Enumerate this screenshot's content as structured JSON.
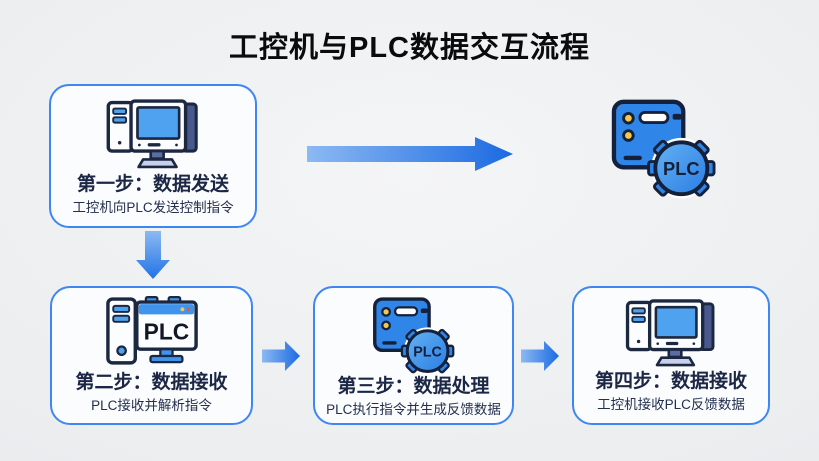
{
  "page": {
    "title": "工控机与PLC数据交互流程"
  },
  "labels": {
    "plc": "PLC"
  },
  "steps": [
    {
      "title": "第一步：数据发送",
      "desc": "工控机向PLC发送控制指令"
    },
    {
      "title": "第二步：数据接收",
      "desc": "PLC接收并解析指令"
    },
    {
      "title": "第三步：数据处理",
      "desc": "PLC执行指令并生成反馈数据"
    },
    {
      "title": "第四步：数据接收",
      "desc": "工控机接收PLC反馈数据"
    }
  ],
  "colors": {
    "card_border": "#3e86f4",
    "card_bg": "#fbfcfe",
    "arrow_light": "#8cb9f2",
    "arrow_dark": "#1b6ae2",
    "icon_blue": "#2f86e8",
    "screen_blue": "#4fa2ef",
    "outline_navy": "#1c2740",
    "title_text": "#0b0b0d",
    "step_text": "#1c2745",
    "background": "#ebedef"
  }
}
